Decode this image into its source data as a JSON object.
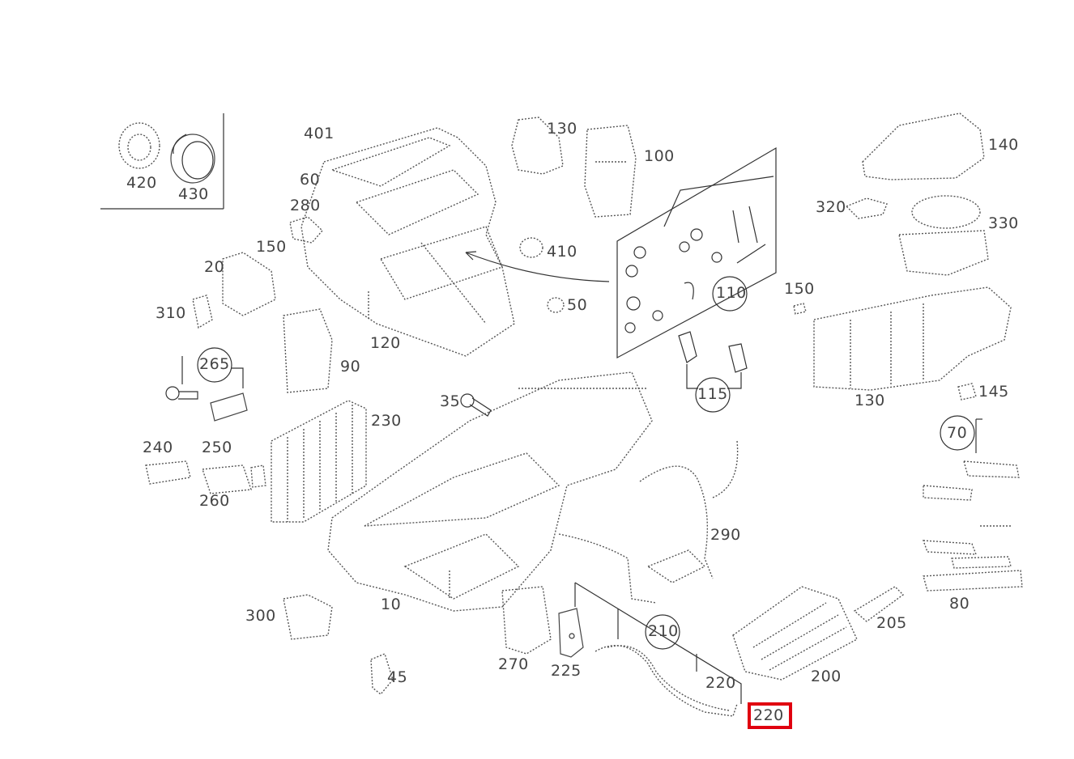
{
  "labels": {
    "l401": "401",
    "l60": "60",
    "l130a": "130",
    "l100": "100",
    "l140": "140",
    "l420": "420",
    "l430": "430",
    "l280": "280",
    "l150a": "150",
    "l410": "410",
    "l320": "320",
    "l330": "330",
    "l20": "20",
    "l310": "310",
    "l120": "120",
    "l50": "50",
    "l110": "110",
    "l150b": "150",
    "l265": "265",
    "l90": "90",
    "l130b": "130",
    "l145": "145",
    "l115": "115",
    "l35": "35",
    "l230": "230",
    "l70": "70",
    "l240": "240",
    "l250": "250",
    "l260": "260",
    "l290": "290",
    "l80": "80",
    "l10": "10",
    "l300": "300",
    "l210": "210",
    "l205": "205",
    "l45": "45",
    "l270": "270",
    "l225": "225",
    "l220a": "220",
    "l200": "200",
    "l220b": "220"
  },
  "highlight": {
    "color": "#e0000f",
    "target": "220"
  }
}
